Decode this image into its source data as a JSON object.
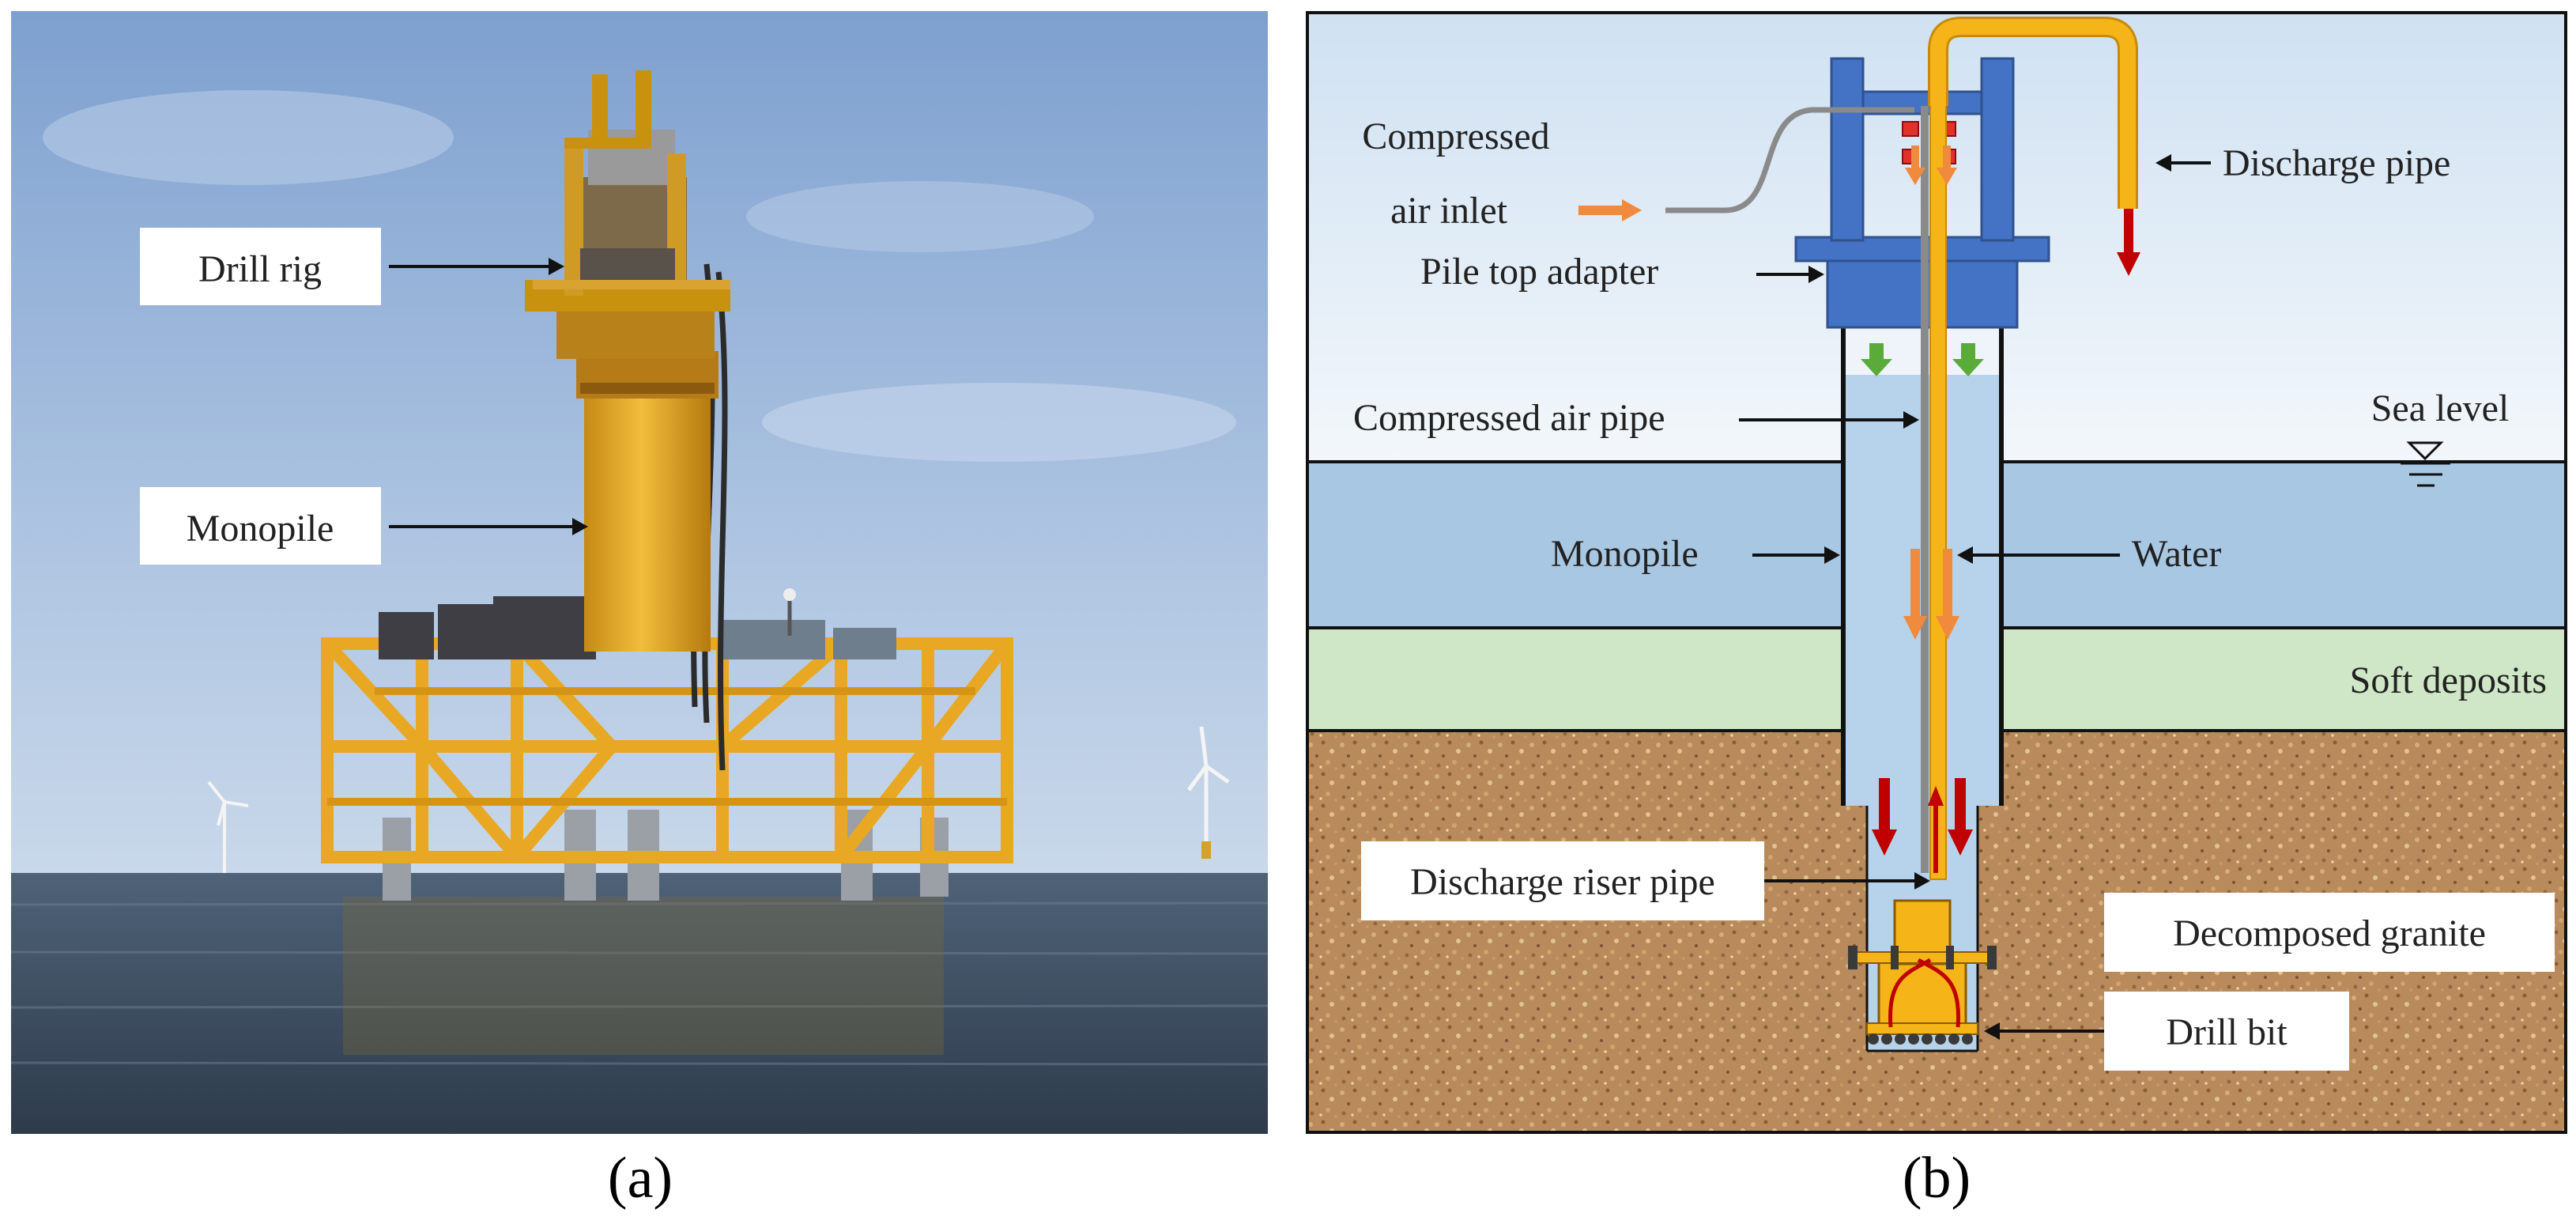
{
  "panel_a": {
    "labels": {
      "drill_rig": "Drill rig",
      "monopile": "Monopile"
    },
    "caption": "(a)"
  },
  "panel_b": {
    "labels": {
      "compressed_air_inlet_1": "Compressed",
      "compressed_air_inlet_2": "air inlet",
      "discharge_pipe": "Discharge pipe",
      "pile_top_adapter": "Pile top adapter",
      "compressed_air_pipe": "Compressed air pipe",
      "sea_level": "Sea level",
      "monopile": "Monopile",
      "water": "Water",
      "soft_deposits": "Soft deposits",
      "discharge_riser_pipe": "Discharge riser pipe",
      "decomposed_granite": "Decomposed granite",
      "drill_bit": "Drill bit"
    },
    "caption": "(b)"
  },
  "colors": {
    "sky": "#d6e6f4",
    "sea": "#a9c8e3",
    "soft_deposits": "#cde6c5",
    "granite": "#b58457",
    "steel_blue": "#4472c4",
    "pipe_yellow": "#f5b418",
    "arrow_red": "#c00000",
    "arrow_orange": "#f08a3c",
    "arrow_green": "#5aab3a"
  }
}
